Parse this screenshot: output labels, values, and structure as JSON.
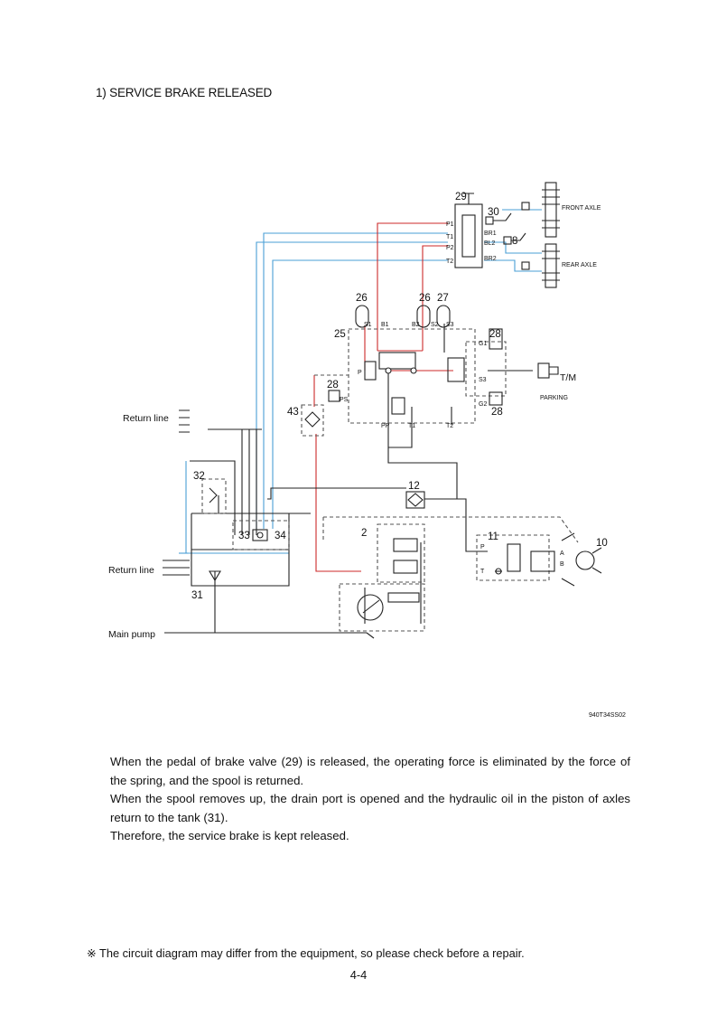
{
  "heading": "1) SERVICE BRAKE RELEASED",
  "diagram": {
    "labels": {
      "n29": "29",
      "n30": "30",
      "n8": "8",
      "n26a": "26",
      "n26b": "26",
      "n27": "27",
      "n25": "25",
      "n28a": "28",
      "n28b": "28",
      "n28c": "28",
      "n43": "43",
      "n12": "12",
      "n32": "32",
      "n33": "33",
      "n34": "34",
      "n2": "2",
      "n11": "11",
      "n10": "10",
      "n31": "31",
      "front_axle": "FRONT AXLE",
      "rear_axle": "REAR AXLE",
      "tm": "T/M",
      "parking": "PARKING",
      "return_line_1": "Return line",
      "return_line_2": "Return line",
      "main_pump": "Main pump",
      "code": "940T34SS02",
      "p1": "P1",
      "t1": "T1",
      "p2": "P2",
      "t2": "T2",
      "br1": "BR1",
      "bl2": "BL2",
      "br2": "BR2",
      "s1": "S1",
      "b1": "B1",
      "b2": "B2",
      "s2": "S2",
      "s3": "S3",
      "g1": "G1",
      "g2": "G2",
      "p": "P",
      "ps": "PS",
      "pp": "PP",
      "t1b": "T1",
      "t2b": "T2",
      "s3b": "S3",
      "port_p11": "P",
      "port_t11": "T",
      "port_a": "A",
      "port_b": "B"
    },
    "colors": {
      "red": "#cc2a2a",
      "blue": "#4a9fd6",
      "black": "#222222",
      "dash": "#555555"
    }
  },
  "body": [
    "When the pedal of brake valve (29) is released, the operating force is eliminated by the force of the spring, and the spool is returned.",
    "When the spool removes up, the drain port is opened and the hydraulic oil in the piston of axles return to the tank (31).",
    "Therefore, the service brake is kept released."
  ],
  "note": "※ The circuit diagram may differ from the equipment, so please check before a repair.",
  "page_number": "4-4"
}
